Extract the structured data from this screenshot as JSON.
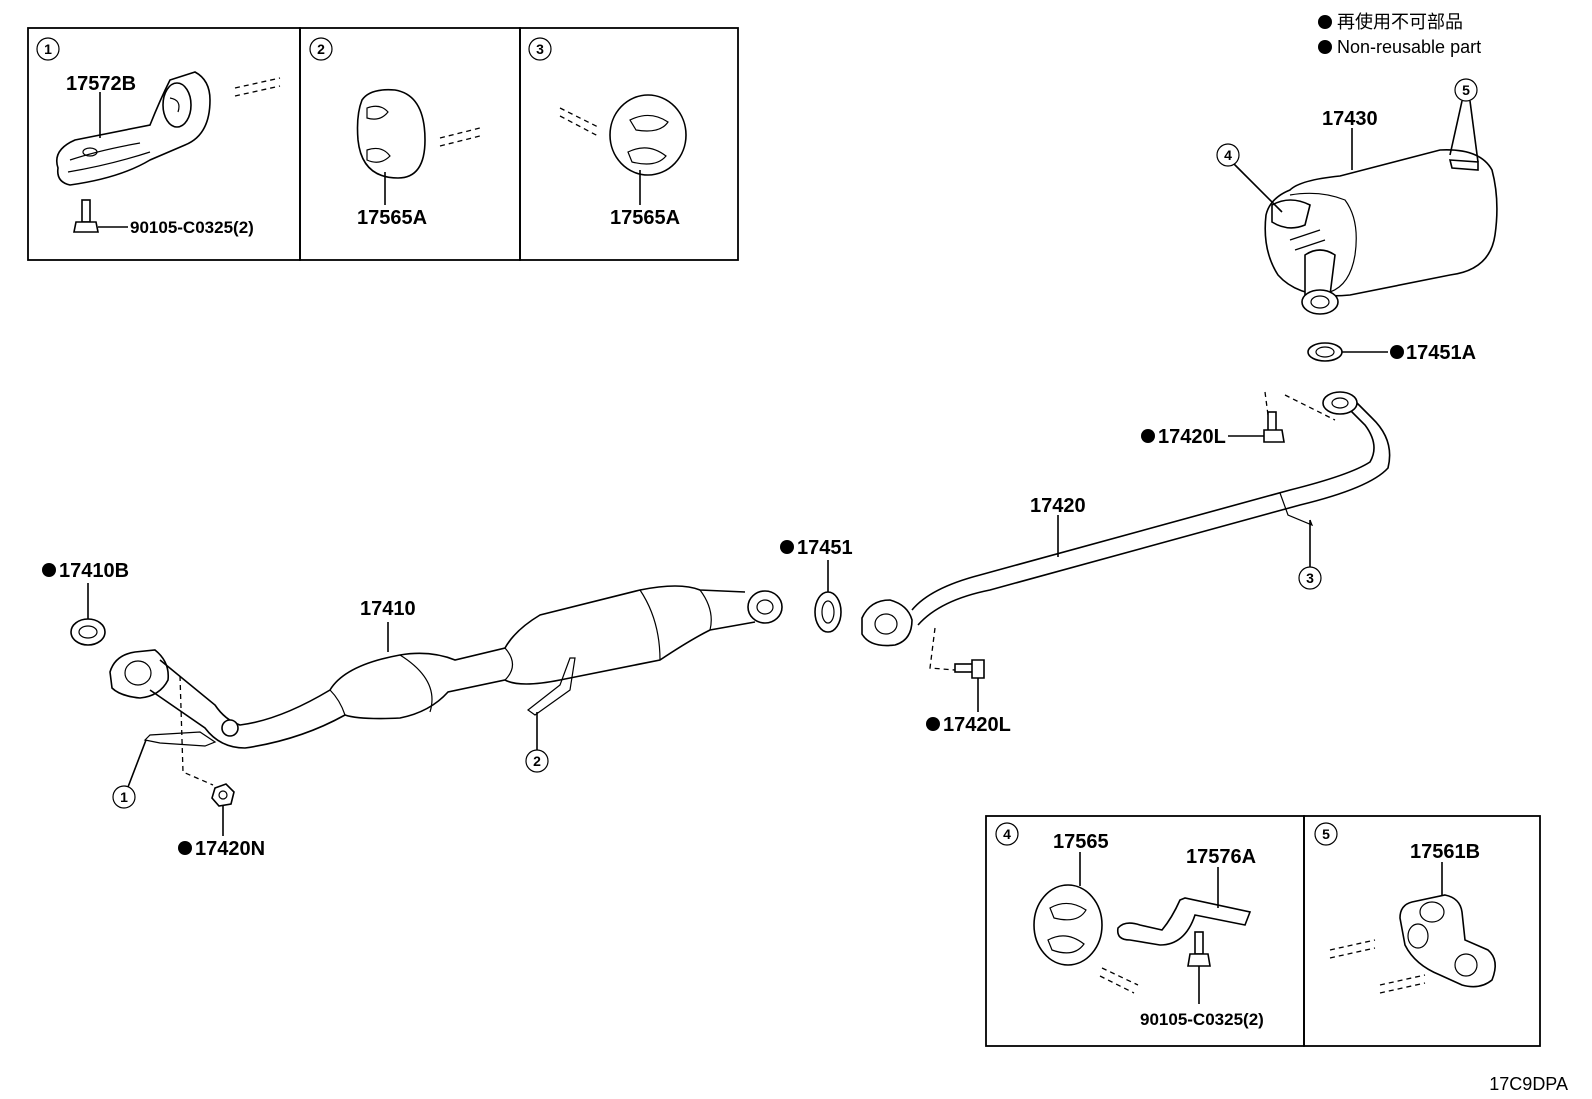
{
  "legend": {
    "japanese": "再使用不可部品",
    "english": "Non-reusable part"
  },
  "drawing_code": "17C9DPA",
  "insets": [
    {
      "number": "1",
      "parts": [
        "17572B",
        "90105-C0325(2)"
      ]
    },
    {
      "number": "2",
      "parts": [
        "17565A"
      ]
    },
    {
      "number": "3",
      "parts": [
        "17565A"
      ]
    },
    {
      "number": "4",
      "parts": [
        "17565",
        "17576A",
        "90105-C0325(2)"
      ]
    },
    {
      "number": "5",
      "parts": [
        "17561B"
      ]
    }
  ],
  "labels": {
    "p17572B": "17572B",
    "p90105_a": "90105-C0325(2)",
    "p17565A_2": "17565A",
    "p17565A_3": "17565A",
    "p17430": "17430",
    "p17451A": "17451A",
    "p17420L_top": "17420L",
    "p17420": "17420",
    "p17451": "17451",
    "p17410B": "17410B",
    "p17410": "17410",
    "p17420L_bottom": "17420L",
    "p17420N": "17420N",
    "p17565": "17565",
    "p17576A": "17576A",
    "p90105_b": "90105-C0325(2)",
    "p17561B": "17561B"
  },
  "callouts": {
    "c1": "1",
    "c2": "2",
    "c3": "3",
    "c4": "4",
    "c5": "5",
    "main_c1": "1",
    "main_c2": "2",
    "main_c3": "3",
    "main_c4": "4",
    "main_c5": "5"
  },
  "colors": {
    "ink": "#000000",
    "paper": "#ffffff"
  }
}
